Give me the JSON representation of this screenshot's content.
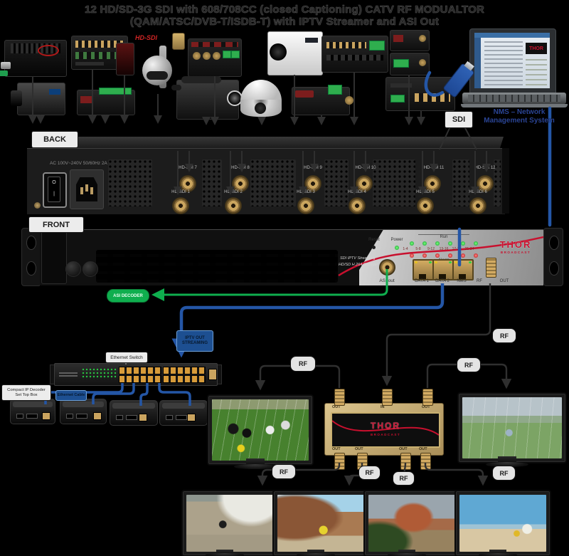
{
  "title": {
    "line1": "12 HD/SD-3G SDI with 608/708CC (closed Captioning) CATV RF MODUALTOR",
    "line2": "(QAM/ATSC/DVB-T/ISDB-T) with  IPTV Streamer and ASI Out"
  },
  "top": {
    "hd_sdi": "HD-SDI",
    "sdi": "SDI",
    "nms_line1": "NMS – Network",
    "nms_line2": "Management System"
  },
  "back": {
    "tag": "BACK",
    "ac": "AC 100V~240V 50/60Hz 2A",
    "inputs_top": [
      "HD-SDI 7",
      "HD-SDI 8",
      "HD-SDI 9",
      "HD-SDI 10",
      "HD-SDI 11",
      "HD-SDI 12"
    ],
    "inputs_bottom": [
      "HD-SDI 1",
      "HD-SDI 2",
      "HD-SDI 3",
      "HD-SDI 4",
      "HD-SDI 5",
      "HD-SDI 6"
    ]
  },
  "front": {
    "tag": "FRONT",
    "reset": "Reset",
    "power": "Power",
    "run": "Run",
    "alarm": "Alarm",
    "groups": [
      "1-4",
      "5-8",
      "9-12",
      "13-16",
      "17-20",
      "21-24"
    ],
    "brand": "THOR",
    "brand_sub": "BROADCAST",
    "model_line1": "SDI IPTV Streaming",
    "model_line2": "HD/SD H.264 Encoder",
    "asi_label": "ASI out",
    "port1": "DATA 1",
    "port2": "DATA 2",
    "port3": "NMS",
    "rf": "RF",
    "rf_out": "OUT"
  },
  "mid": {
    "asi_decoder": "ASI DECODER",
    "iptv_line1": "IPTV OUT",
    "iptv_line2": "STREAMING",
    "rf": "RF",
    "ethernet_switch": "Ethernet Switch",
    "ethernet_cable": "Ethernet Cable",
    "stb_line1": "Compact IP Decoder",
    "stb_line2": "Set Top Box"
  },
  "splitter": {
    "label_in": "IN",
    "label_out": "OUT",
    "brand": "THOR",
    "brand_sub": "BROADCAST"
  },
  "colors": {
    "accent_red": "#c8102e",
    "cable_blue": "#2456a6",
    "cable_green": "#0fae4e",
    "brass": "#c9a45f"
  }
}
